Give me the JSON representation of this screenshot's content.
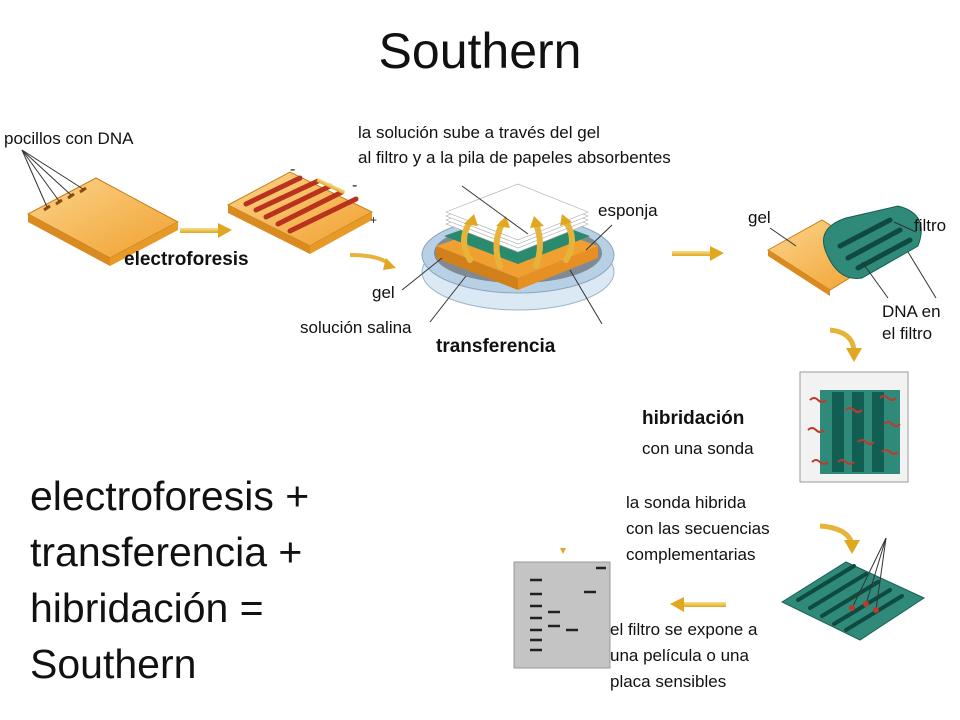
{
  "title": "Southern",
  "labels": {
    "wells": "pocillos con DNA",
    "electrophoresis": "electroforesis",
    "solution_line1": "la solución sube a través del gel",
    "solution_line2": "al filtro y a la pila de papeles absorbentes",
    "sponge": "esponja",
    "gel_transfer": "gel",
    "saline": "solución salina",
    "transfer": "transferencia",
    "gel_filter": "gel",
    "filter": "filtro",
    "dna_filter_line1": "DNA en",
    "dna_filter_line2": "el filtro",
    "hybridization": "hibridación",
    "probe": "con una sonda",
    "probe_hybrid_line1": "la sonda hibrida",
    "probe_hybrid_line2": "con las secuencias",
    "probe_hybrid_line3": "complementarias",
    "expose_line1": "el filtro se expone a",
    "expose_line2": "una película o una",
    "expose_line3": "placa sensibles",
    "gel_minus1": "-",
    "gel_minus2": "-",
    "gel_plus": "+"
  },
  "summary": "electroforesis +\ntransferencia +\nhibridación =\nSouthern",
  "colors": {
    "gel_orange": "#f5b042",
    "band_red": "#c0392b",
    "filter_teal": "#2f8a7a",
    "filter_dark": "#125e52",
    "dish_blue": "#cfe3f2",
    "arrow_yellow": "#f1c232",
    "film_gray": "#bdbdbd"
  }
}
